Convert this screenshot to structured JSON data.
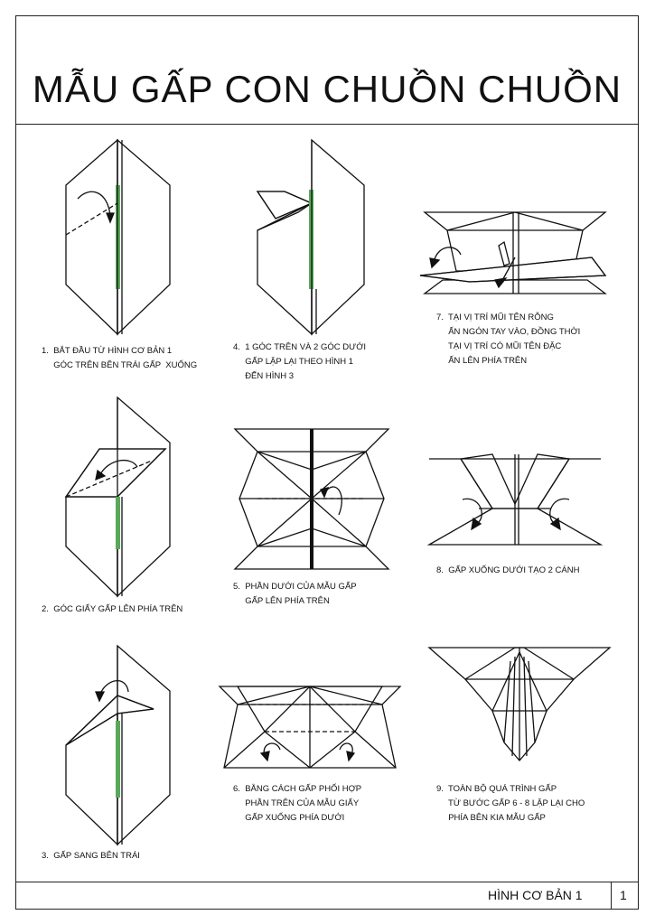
{
  "title": "MẪU GẤP CON CHUỒN CHUỒN",
  "footer": {
    "label": "HÌNH CƠ BẢN 1",
    "page": "1"
  },
  "colors": {
    "accent_green": "#5aa95a",
    "line": "#111111"
  },
  "steps": [
    {
      "caption": "1.  BẮT ĐẦU TỪ HÌNH CƠ BẢN 1\n     GÓC TRÊN BÊN TRÁI GẤP  XUỐNG"
    },
    {
      "caption": "2.  GÓC GIẤY GẤP LÊN PHÍA TRÊN"
    },
    {
      "caption": "3.  GẤP SANG BÊN TRÁI"
    },
    {
      "caption": "4.  1 GÓC TRÊN VÀ 2 GÓC DƯỚI\n     GẤP LẶP LẠI THEO HÌNH 1\n     ĐẾN HÌNH 3"
    },
    {
      "caption": "5.  PHẦN DƯỚI CỦA MẪU GẤP\n     GẤP LÊN PHÍA TRÊN"
    },
    {
      "caption": "6.  BẰNG CÁCH GẤP PHỐI HỢP\n     PHẦN TRÊN CỦA MẪU GIẤY\n     GẤP XUỐNG PHÍA DƯỚI"
    },
    {
      "caption": "7.  TẠI VỊ TRÍ MŨI TÊN RỖNG\n     ẤN NGÓN TAY VÀO, ĐỒNG THỜI\n     TẠI VỊ TRÍ CÓ MŨI TÊN ĐẶC\n     ẤN LÊN PHÍA TRÊN"
    },
    {
      "caption": "8.  GẤP XUỐNG DƯỚI TẠO 2 CÁNH"
    },
    {
      "caption": "9.  TOÀN BỘ QUÁ TRÌNH GẤP\n     TỪ BƯỚC GẤP 6 - 8 LẶP LẠI CHO\n     PHÍA BÊN KIA MẪU GẤP"
    }
  ]
}
